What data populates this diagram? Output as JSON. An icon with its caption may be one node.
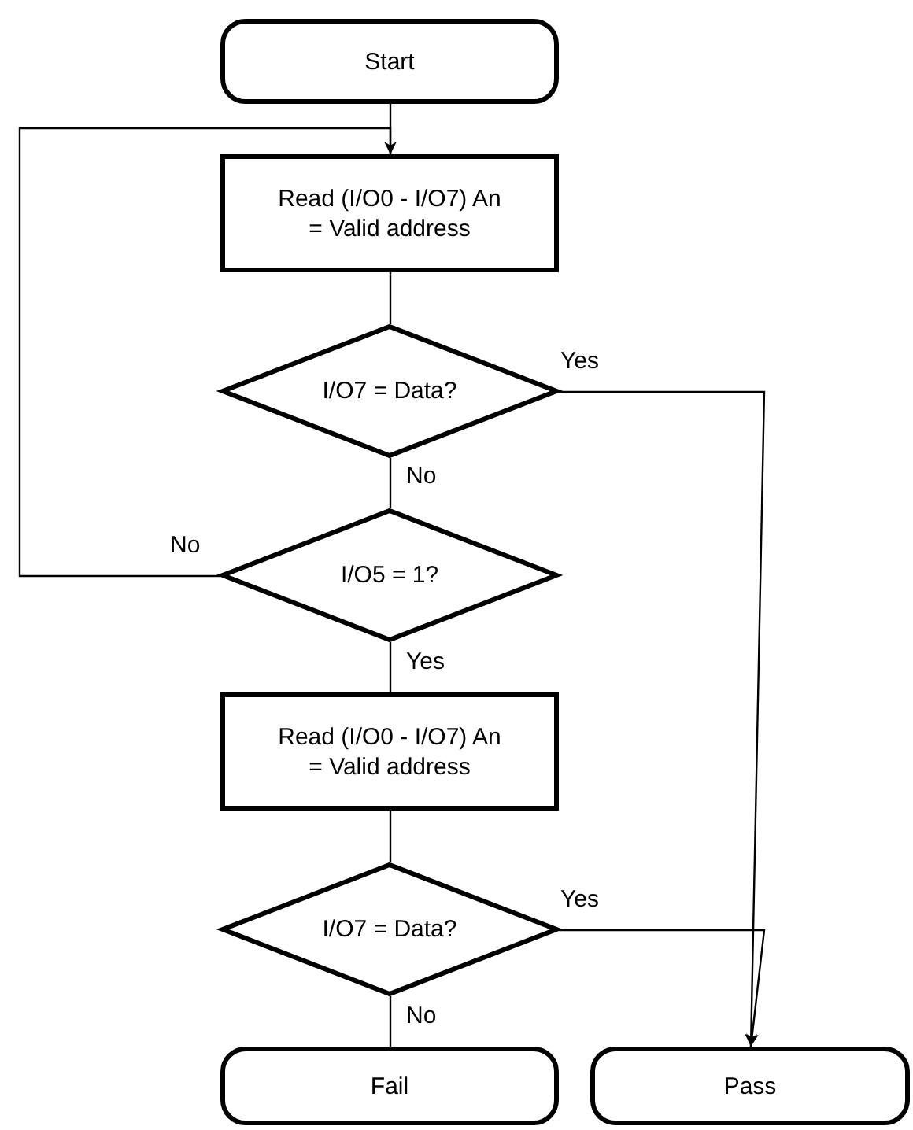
{
  "diagram": {
    "nodes": [
      {
        "text": [
          "Start"
        ]
      },
      {
        "text": [
          "Read (I/O0 - I/O7) An = Valid address"
        ]
      },
      {
        "text": [
          "I/O7 = Data?"
        ]
      },
      {
        "text": [
          "I/O5 = 1?"
        ]
      },
      {
        "text": [
          "Read (I/O0 - I/O7) An = Valid address"
        ]
      },
      {
        "text": [
          "I/O7 = Data?"
        ]
      },
      {
        "text": [
          "Fail"
        ]
      },
      {
        "text": [
          "Pass"
        ]
      }
    ],
    "edges": [
      {
        "from": 0,
        "to": 1,
        "arrow": "none"
      },
      {
        "from": 1,
        "to": 2,
        "arrow": "none"
      },
      {
        "from": 2,
        "to": 7,
        "arrow": "to",
        "label": "Yes"
      },
      {
        "from": 2,
        "to": 3,
        "arrow": "none",
        "label": "No"
      },
      {
        "from": 3,
        "to": 1,
        "arrow": "to",
        "label": "No"
      },
      {
        "from": 3,
        "to": 4,
        "arrow": "none",
        "label": "Yes"
      },
      {
        "from": 4,
        "to": 5,
        "arrow": "none"
      },
      {
        "from": 5,
        "to": 7,
        "arrow": "to",
        "label": "Yes"
      },
      {
        "from": 5,
        "to": 6,
        "arrow": "none",
        "label": "No"
      }
    ]
  }
}
